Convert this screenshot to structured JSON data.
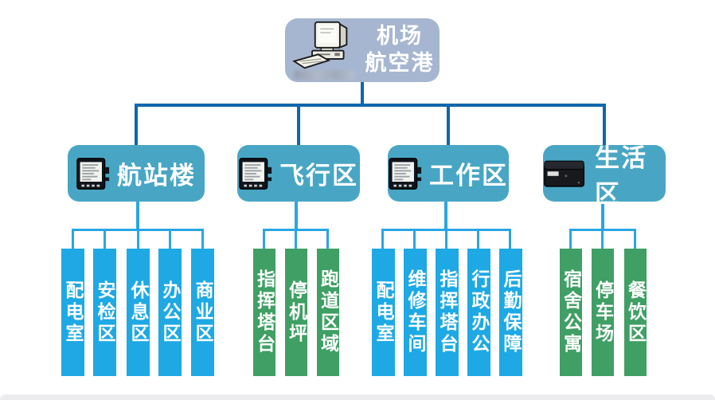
{
  "diagram": {
    "root": {
      "title_line1": "机场",
      "title_line2": "航空港",
      "icon": "desktop-computer-icon"
    },
    "groups": [
      {
        "label": "航站楼",
        "icon": "digital-meter-icon",
        "child_color": "#1ea9e4",
        "children": [
          "配电室",
          "安检区",
          "休息区",
          "办公区",
          "商业区"
        ]
      },
      {
        "label": "飞行区",
        "icon": "digital-meter-icon",
        "child_color": "#3f9f64",
        "children": [
          "指挥塔台",
          "停机坪",
          "跑道区域"
        ]
      },
      {
        "label": "工作区",
        "icon": "digital-meter-icon",
        "child_color": "#1ea9e4",
        "children": [
          "配电室",
          "维修车间",
          "指挥塔台",
          "行政办公",
          "后勤保障"
        ]
      },
      {
        "label": "生活区",
        "icon": "black-data-logger-icon",
        "child_color": "#3f9f64",
        "children": [
          "宿舍公寓",
          "停车场",
          "餐饮区"
        ]
      }
    ],
    "colors": {
      "root_node": "#a6b6d1",
      "branch_node": "#48a6c4",
      "blue_bar": "#1ea9e4",
      "green_bar": "#3f9f64",
      "level1_line": "#0e67ae",
      "level2_line": "#2aa6e2",
      "text": "#ffffff"
    }
  }
}
